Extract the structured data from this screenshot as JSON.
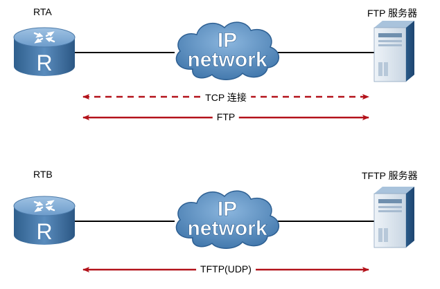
{
  "top": {
    "router_label": "RTA",
    "cloud_line1": "IP",
    "cloud_line2": "network",
    "server_label": "FTP 服务器",
    "arrow1_label": "TCP 连接",
    "arrow2_label": "FTP"
  },
  "bottom": {
    "router_label": "RTB",
    "cloud_line1": "IP",
    "cloud_line2": "network",
    "server_label": "TFTP 服务器",
    "arrow_label": "TFTP(UDP)"
  },
  "colors": {
    "arrow": "#b3121a",
    "device_blue": "#4a79a8",
    "cloud_fill": "#5b8fc0",
    "link": "#000000"
  }
}
